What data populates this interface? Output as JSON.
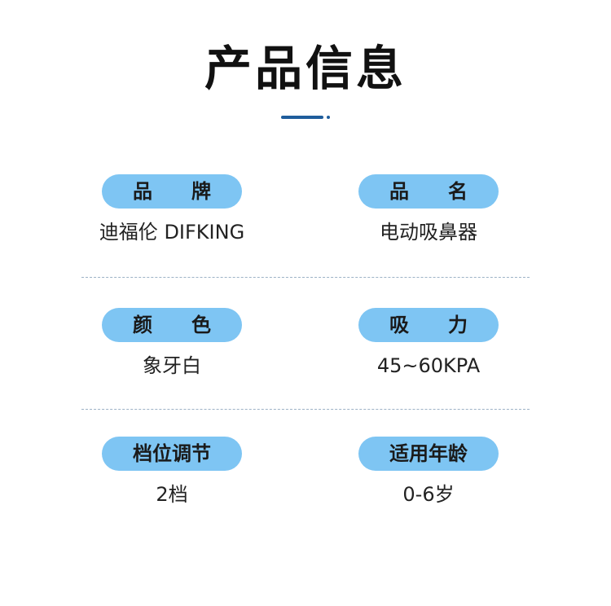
{
  "title": "产品信息",
  "colors": {
    "pill_background": "#7ec5f3",
    "title_underline": "#1f5d9c",
    "divider": "#9db2c6"
  },
  "rows": [
    {
      "left": {
        "label": "品　　牌",
        "value": "迪福伦 DIFKING"
      },
      "right": {
        "label": "品　　名",
        "value": "电动吸鼻器"
      }
    },
    {
      "left": {
        "label": "颜　　色",
        "value": "象牙白"
      },
      "right": {
        "label": "吸　　力",
        "value": "45~60KPA"
      }
    },
    {
      "left": {
        "label": "档位调节",
        "value": "2档"
      },
      "right": {
        "label": "适用年龄",
        "value": "0-6岁"
      }
    }
  ]
}
